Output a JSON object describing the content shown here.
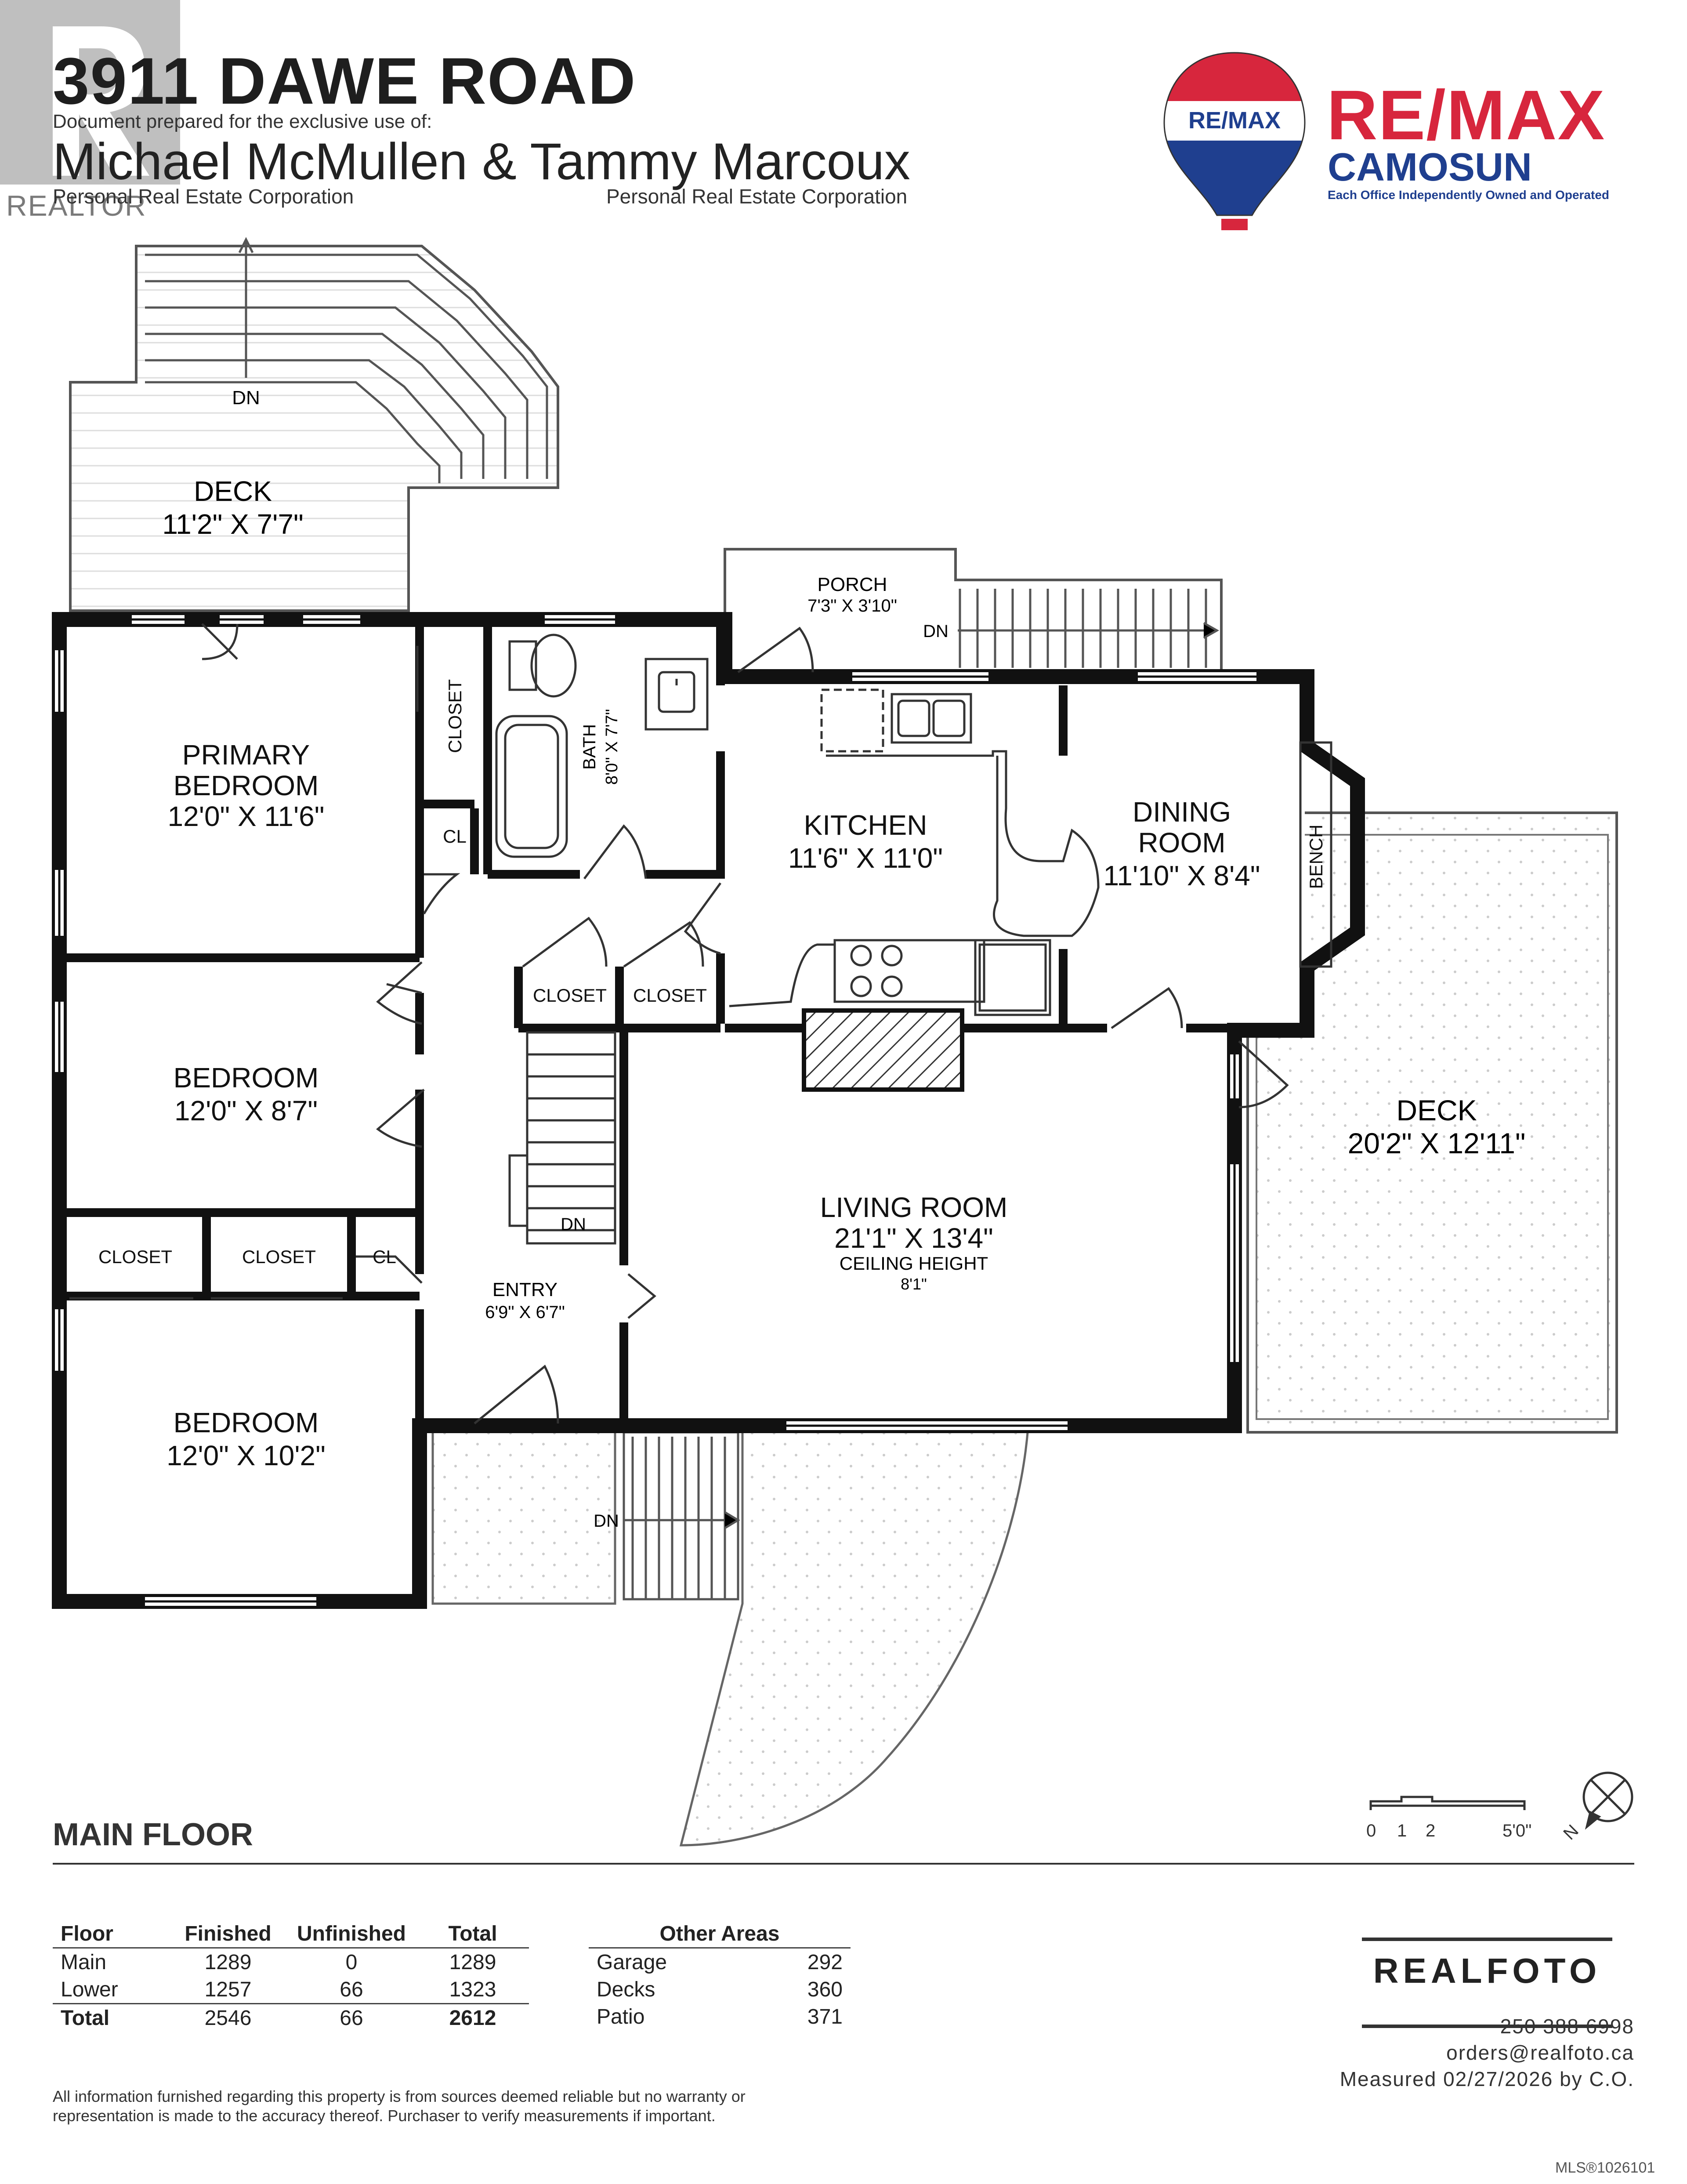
{
  "header": {
    "address": "3911 DAWE ROAD",
    "prepared_for": "Document prepared for the exclusive use of:",
    "agents": "Michael McMullen & Tammy Marcoux",
    "agent1_corp": "Personal Real Estate Corporation",
    "agent2_corp": "Personal Real Estate Corporation"
  },
  "realtor_logo": {
    "text": "REALTOR",
    "icon": "realtor-r-icon"
  },
  "brokerage": {
    "balloon_text": "RE/MAX",
    "brand": "RE/MAX",
    "office": "CAMOSUN",
    "tagline": "Each Office Independently Owned and Operated",
    "colors": {
      "red": "#d7263d",
      "blue": "#1f3f8f"
    }
  },
  "rooms": {
    "deck_upper": {
      "name": "DECK",
      "dims": "11'2\" X 7'7\""
    },
    "porch": {
      "name": "PORCH",
      "dims": "7'3\" X 3'10\""
    },
    "primary_bedroom": {
      "line1": "PRIMARY",
      "line2": "BEDROOM",
      "dims": "12'0\" X 11'6\""
    },
    "bath": {
      "name": "BATH",
      "dims": "8'0\" X 7'7\""
    },
    "kitchen": {
      "name": "KITCHEN",
      "dims": "11'6\" X 11'0\""
    },
    "dining": {
      "line1": "DINING",
      "line2": "ROOM",
      "dims": "11'10\" X 8'4\""
    },
    "bedroom2": {
      "name": "BEDROOM",
      "dims": "12'0\" X 8'7\""
    },
    "bedroom3": {
      "name": "BEDROOM",
      "dims": "12'0\" X 10'2\""
    },
    "living": {
      "name": "LIVING ROOM",
      "dims": "21'1\" X 13'4\"",
      "ceiling_label": "CEILING HEIGHT",
      "ceiling": "8'1\""
    },
    "entry": {
      "name": "ENTRY",
      "dims": "6'9\" X 6'7\""
    },
    "deck_side": {
      "name": "DECK",
      "dims": "20'2\" X 12'11\""
    }
  },
  "labels": {
    "closet": "CLOSET",
    "cl": "CL",
    "bench": "BENCH",
    "dn": "DN"
  },
  "scale": {
    "ticks": [
      "0",
      "1",
      "2",
      "5'0\""
    ],
    "north": "N"
  },
  "floor_label": "MAIN FLOOR",
  "area_table": {
    "headers": [
      "Floor",
      "Finished",
      "Unfinished",
      "Total"
    ],
    "rows": [
      [
        "Main",
        "1289",
        "0",
        "1289"
      ],
      [
        "Lower",
        "1257",
        "66",
        "1323"
      ],
      [
        "Total",
        "2546",
        "66",
        "2612"
      ]
    ]
  },
  "other_areas": {
    "header": "Other Areas",
    "rows": [
      [
        "Garage",
        "292"
      ],
      [
        "Decks",
        "360"
      ],
      [
        "Patio",
        "371"
      ]
    ]
  },
  "photographer": {
    "name": "REALFOTO",
    "phone": "250 388 6998",
    "email": "orders@realfoto.ca",
    "measured": "Measured 02/27/2026 by C.O."
  },
  "disclaimer": "All information furnished regarding this property is from sources deemed reliable but no warranty or representation is made to the accuracy thereof. Purchaser to verify measurements if important.",
  "mls": "MLS®1026101"
}
